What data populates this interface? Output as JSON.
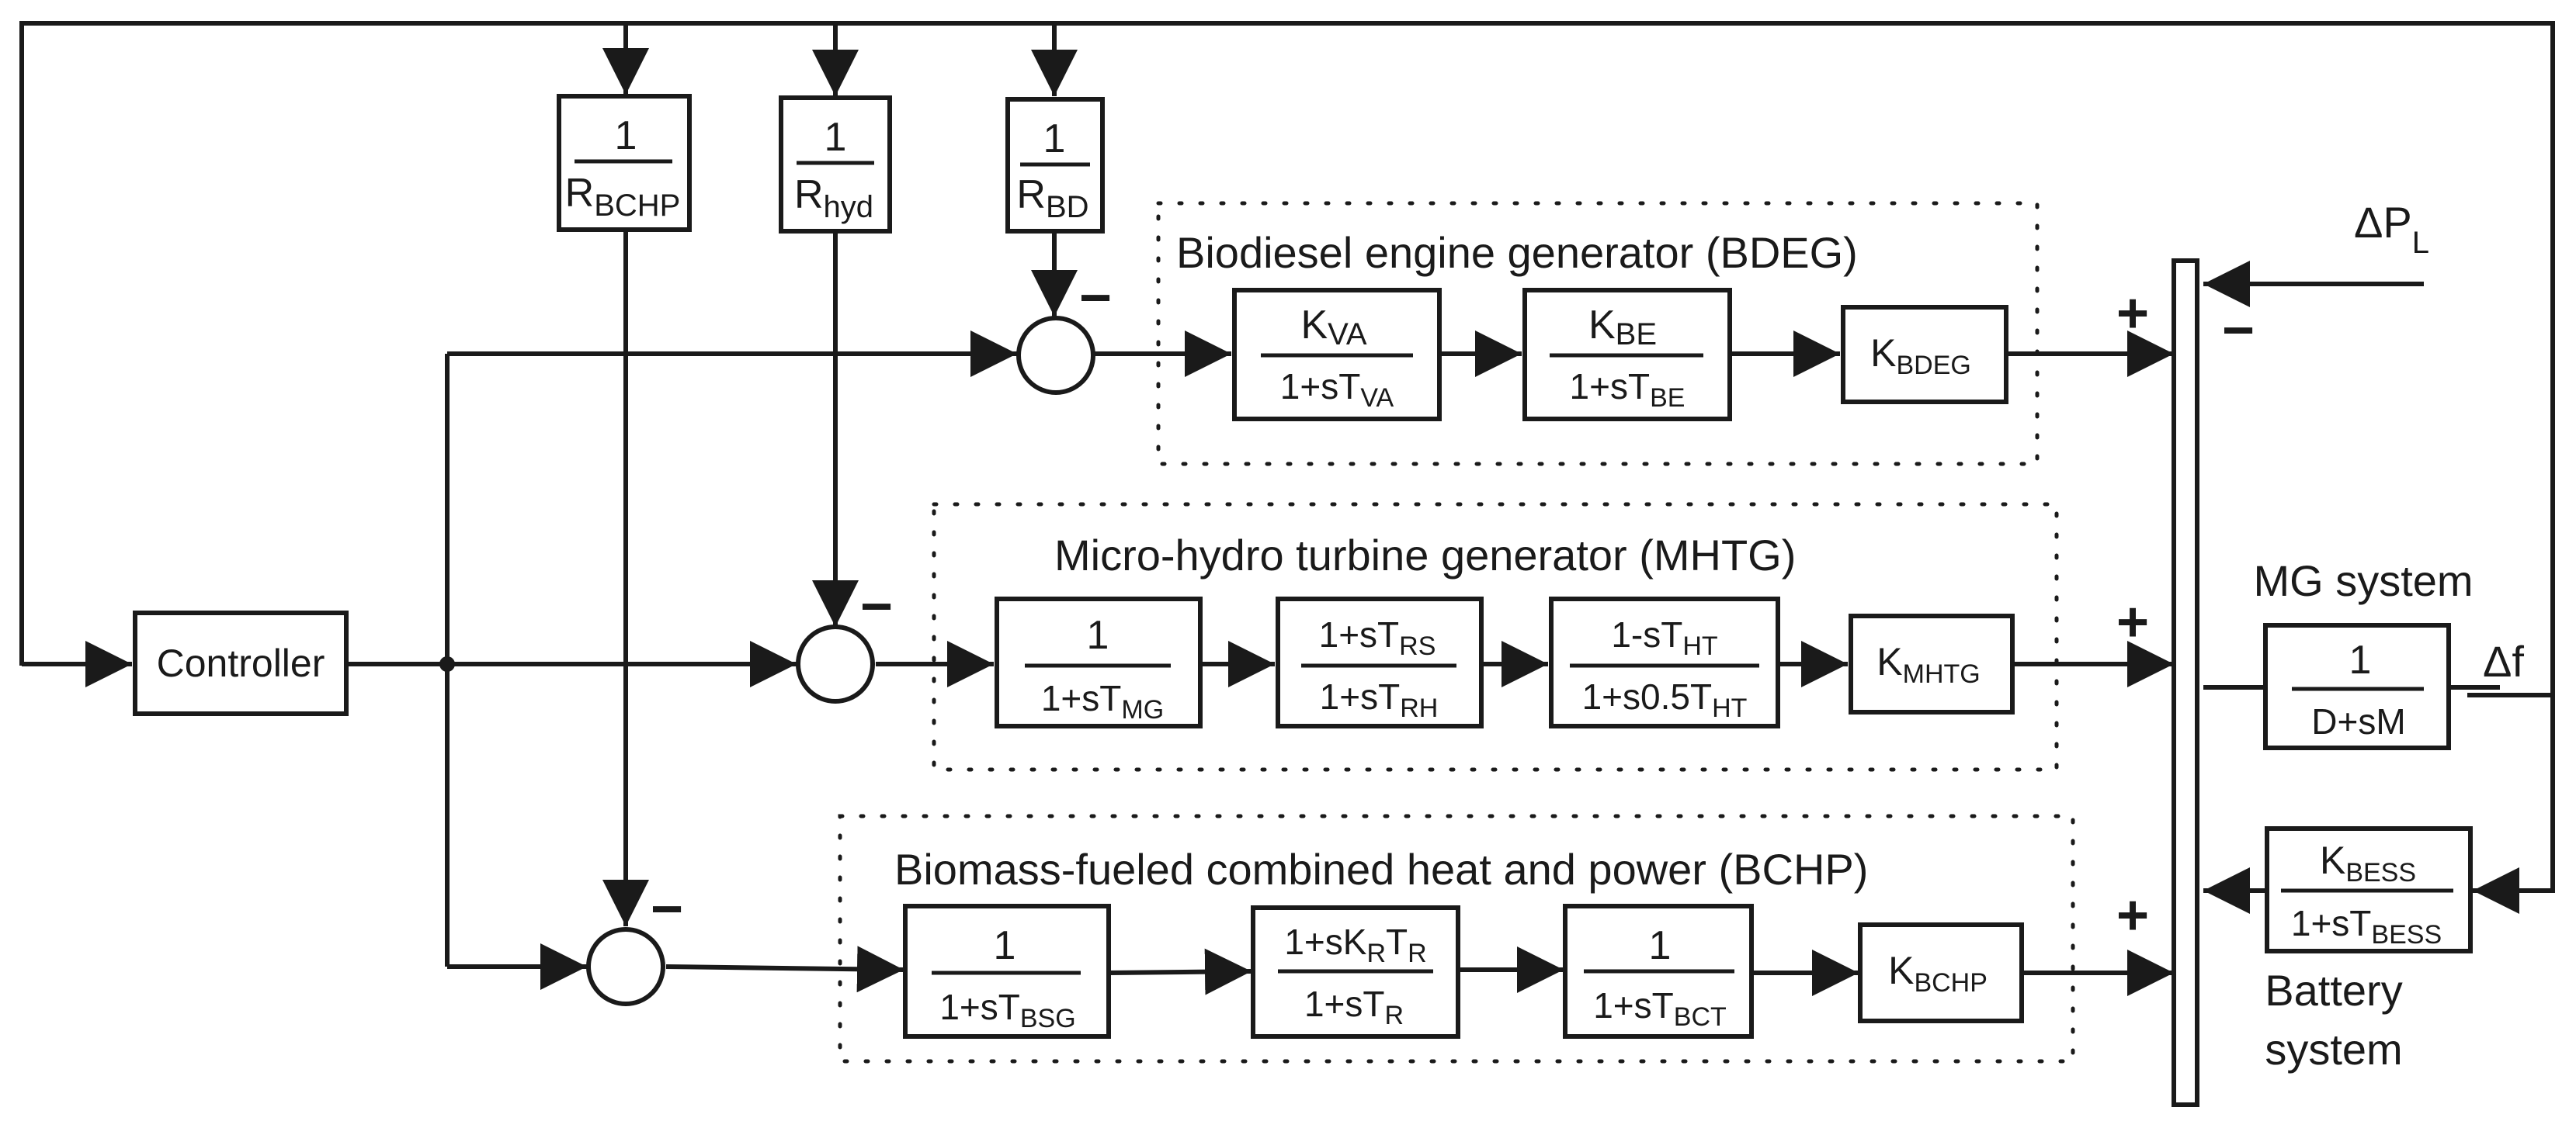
{
  "groups": {
    "bdeg": "Biodiesel engine generator (BDEG)",
    "mhtg": "Micro-hydro turbine generator (MHTG)",
    "bchp": "Biomass-fueled combined heat and power (BCHP)",
    "mg_system": "MG system",
    "battery_line1": "Battery",
    "battery_line2": "system"
  },
  "controller": "Controller",
  "droop": {
    "bchp": {
      "num": "1",
      "den": "R",
      "sub": "BCHP"
    },
    "hyd": {
      "num": "1",
      "den": "R",
      "sub": "hyd"
    },
    "bd": {
      "num": "1",
      "den": "R",
      "sub": "BD"
    }
  },
  "bdeg_blocks": {
    "va_num": "K",
    "va_num_sub": "VA",
    "va_den": "1+sT",
    "va_den_sub": "VA",
    "be_num": "K",
    "be_num_sub": "BE",
    "be_den": "1+sT",
    "be_den_sub": "BE",
    "gain": "K",
    "gain_sub": "BDEG"
  },
  "mhtg_blocks": {
    "mg_num": "1",
    "mg_den": "1+sT",
    "mg_den_sub": "MG",
    "rs_num": "1+sT",
    "rs_num_sub": "RS",
    "rs_den": "1+sT",
    "rs_den_sub": "RH",
    "ht_num": "1-sT",
    "ht_num_sub": "HT",
    "ht_den": "1+s0.5T",
    "ht_den_sub": "HT",
    "gain": "K",
    "gain_sub": "MHTG"
  },
  "bchp_blocks": {
    "bsg_num": "1",
    "bsg_den": "1+sT",
    "bsg_den_sub": "BSG",
    "r_num_a": "1+sK",
    "r_num_k_sub": "R",
    "r_num_b": "T",
    "r_num_t_sub": "R",
    "r_den": "1+sT",
    "r_den_sub": "R",
    "bct_num": "1",
    "bct_den": "1+sT",
    "bct_den_sub": "BCT",
    "gain": "K",
    "gain_sub": "BCHP"
  },
  "mg_block": {
    "num": "1",
    "den": "D+sM"
  },
  "bess_block": {
    "num": "K",
    "num_sub": "BESS",
    "den": "1+sT",
    "den_sub": "BESS"
  },
  "signals": {
    "load": "ΔP",
    "load_sub": "L",
    "freq": "Δf"
  },
  "signs": {
    "minus": "−",
    "plus": "+"
  }
}
